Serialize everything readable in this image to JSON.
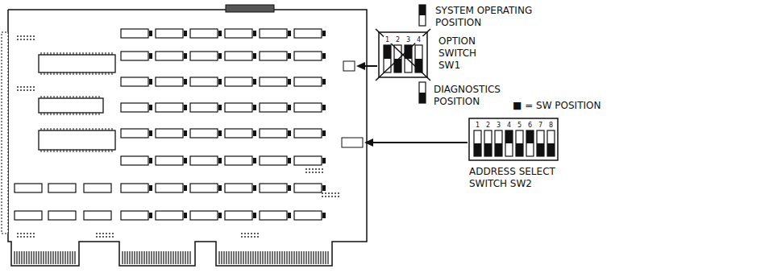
{
  "diagram": {
    "labels": [
      "SYSTEM OPERATING POSITION",
      "OPTION SWITCH SW1",
      "DIAGNOSTICS POSITION",
      "■ = SW POSITION",
      "ADDRESS SELECT SWITCH SW2",
      "1",
      "2",
      "3",
      "4",
      "1",
      "2",
      "3",
      "4",
      "5",
      "6",
      "7",
      "8"
    ]
  }
}
